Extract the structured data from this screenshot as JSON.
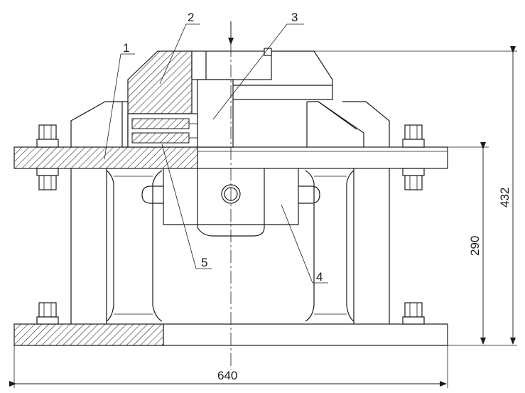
{
  "callouts": {
    "c1": "1",
    "c2": "2",
    "c3": "3",
    "c4": "4",
    "c5": "5"
  },
  "dimensions": {
    "width_overall": "640",
    "height_overall": "432",
    "height_plate": "290"
  }
}
